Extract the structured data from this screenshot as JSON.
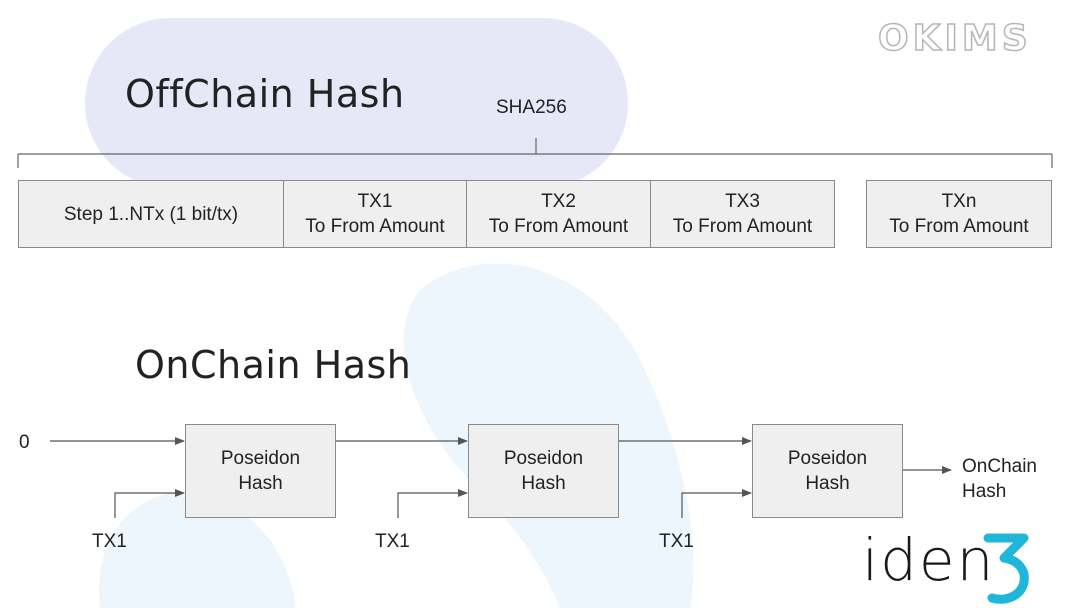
{
  "colors": {
    "blob_lavender": "#e6e8f8",
    "blob_lightblue": "#eef6fd",
    "cell_fill": "#efefef",
    "cell_border": "#8a8a8a",
    "arrow": "#555555",
    "logo_teal": "#1fb6d9"
  },
  "offchain": {
    "title": "OffChain Hash",
    "hash_label": "SHA256",
    "cells": [
      {
        "line1": "Step 1..NTx (1 bit/tx)",
        "line2": ""
      },
      {
        "line1": "TX1",
        "line2": "To From Amount"
      },
      {
        "line1": "TX2",
        "line2": "To From Amount"
      },
      {
        "line1": "TX3",
        "line2": "To From Amount"
      },
      {
        "line1": "TXn",
        "line2": "To From Amount"
      }
    ]
  },
  "onchain": {
    "title": "OnChain Hash",
    "initial_input": "0",
    "boxes": [
      {
        "line1": "Poseidon",
        "line2": "Hash"
      },
      {
        "line1": "Poseidon",
        "line2": "Hash"
      },
      {
        "line1": "Poseidon",
        "line2": "Hash"
      }
    ],
    "tx_inputs": [
      "TX1",
      "TX1",
      "TX1"
    ],
    "output_line1": "OnChain",
    "output_line2": "Hash"
  },
  "logos": {
    "top_right": "OKIMS",
    "bottom_right": "iden3"
  }
}
